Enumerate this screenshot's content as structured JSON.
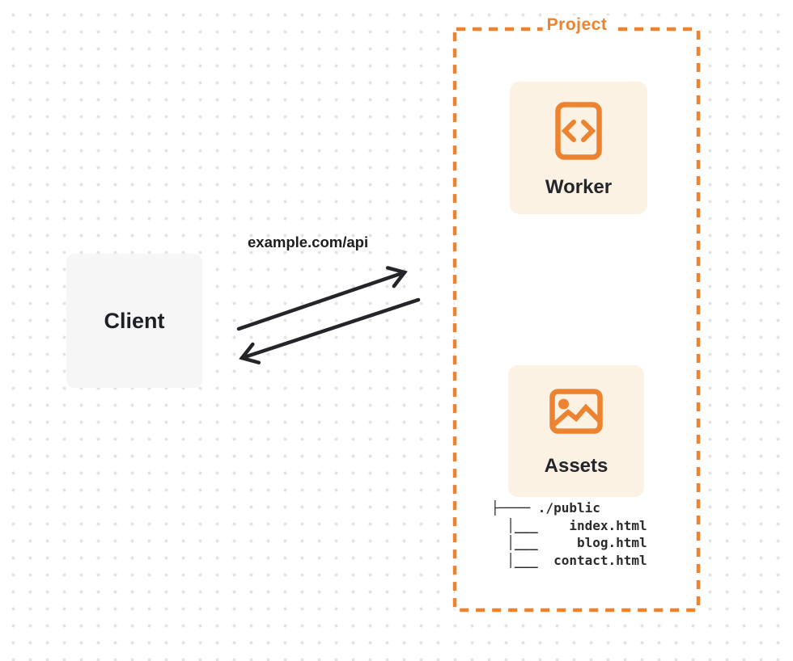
{
  "diagram": {
    "client": {
      "label": "Client"
    },
    "request": {
      "label": "example.com/api"
    },
    "project": {
      "label": "Project",
      "worker": {
        "label": "Worker",
        "icon": "code-icon"
      },
      "assets": {
        "label": "Assets",
        "icon": "image-icon"
      },
      "file_tree": {
        "root": "./public",
        "files": [
          "index.html",
          "blog.html",
          "contact.html"
        ],
        "lines": [
          "├──── ./public",
          "  │___    index.html",
          "  │___     blog.html",
          "  │___  contact.html"
        ]
      }
    },
    "colors": {
      "accent_orange": "#EC8330",
      "card_background": "#FCF2E4",
      "client_background": "#F6F6F6",
      "arrow_color": "#242529",
      "text_dark": "#22252A",
      "dot_grid": "#E3E3E3"
    }
  }
}
